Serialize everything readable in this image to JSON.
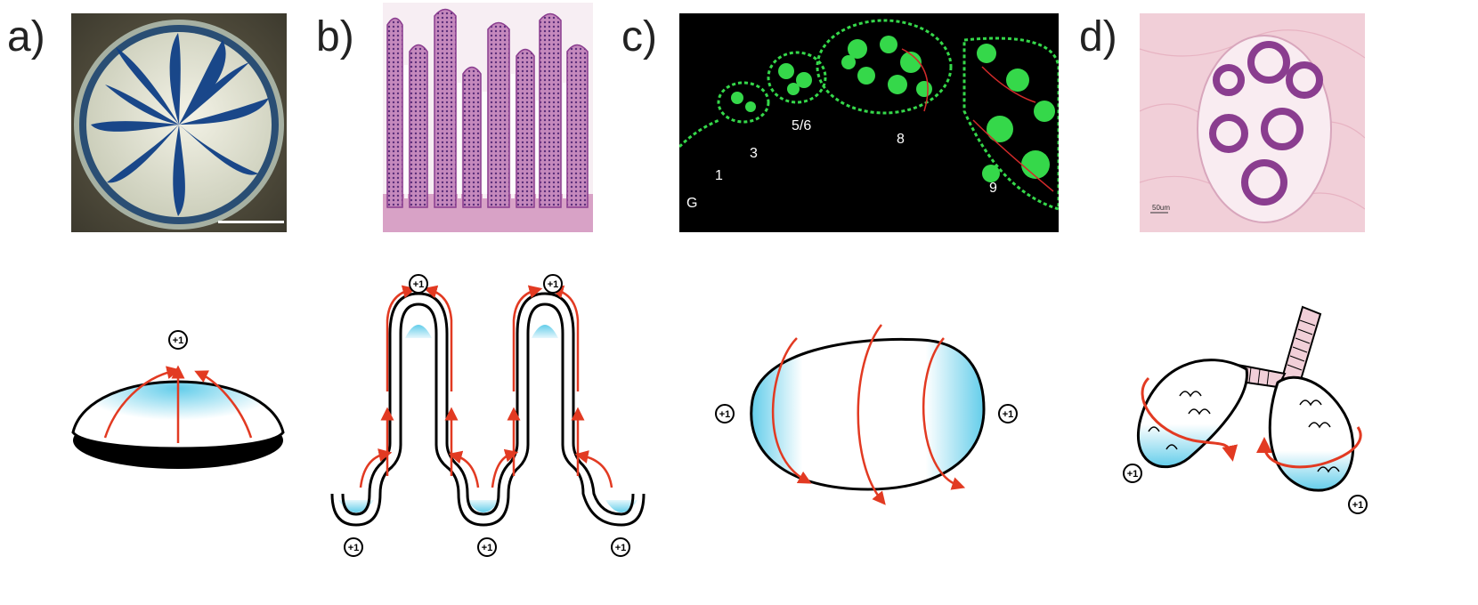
{
  "panels": {
    "a": {
      "label": "a)",
      "topo_label": "+1"
    },
    "b": {
      "label": "b)",
      "topo_labels": [
        "+1",
        "+1",
        "+1",
        "+1",
        "+1"
      ]
    },
    "c": {
      "label": "c)",
      "stage_labels": [
        "G",
        "1",
        "3",
        "5/6",
        "8",
        "9"
      ],
      "topo_labels": [
        "+1",
        "+1"
      ]
    },
    "d": {
      "label": "d)",
      "scale_label": "50um",
      "topo_labels": [
        "+1",
        "+1"
      ]
    }
  },
  "colors": {
    "arrow": "#e23a22",
    "cap_blue": "#63cdea",
    "fluor_green": "#35d84a",
    "stain_purple": "#8a3d8f",
    "stain_pink": "#f1cfd8"
  }
}
